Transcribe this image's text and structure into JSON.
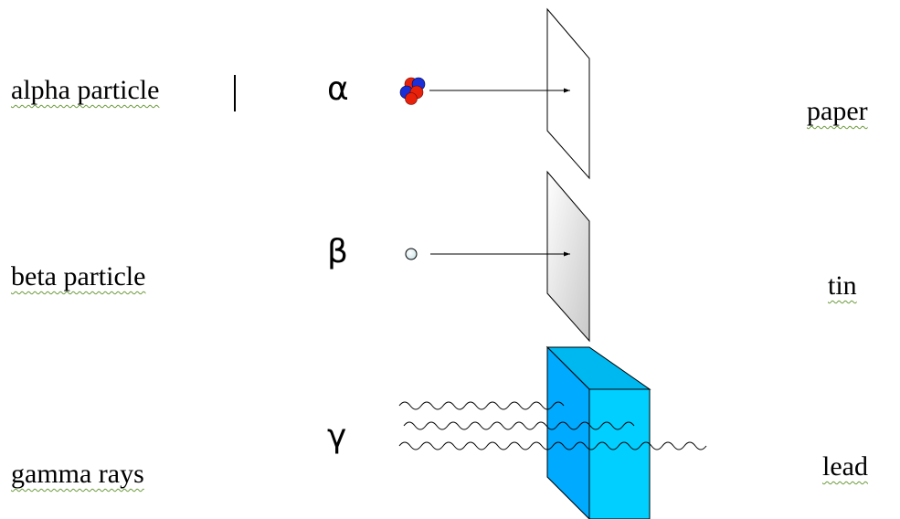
{
  "labels": {
    "alpha_particle": "alpha particle",
    "beta_particle": "beta particle",
    "gamma_rays": "gamma rays",
    "paper": "paper",
    "tin": "tin",
    "lead": "lead"
  },
  "symbols": {
    "alpha": "α",
    "beta": "β",
    "gamma": "γ"
  },
  "colors": {
    "proton": "#e8220a",
    "neutron": "#1a2fd8",
    "electron": "#cfe6ea",
    "lead_front": "#00aaff",
    "lead_side": "#00cfff",
    "lead_top": "#00b8f0",
    "paper_fill": "#ffffff",
    "tin_fill_light": "#ffffff",
    "tin_fill_dark": "#c8c8c8",
    "spellcheck_underline": "#6a9a3a"
  }
}
